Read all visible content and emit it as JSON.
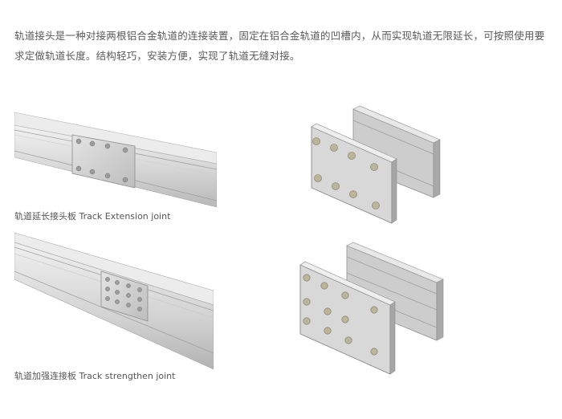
{
  "intro": {
    "line1": "轨道接头是一种对接两根铝合金轨道的连接装置，固定在铝合金轨道的凹槽内，从而实现轨道无限延长，可按照使用要",
    "line2": "求定做轨道长度。结构轻巧，安装方便，实现了轨道无缝对接。"
  },
  "figures": {
    "extension_caption": "轨道延长接头板 Track Extension joint",
    "strengthen_caption": "轨道加强连接板 Track strengthen joint"
  },
  "colors": {
    "rail_light": "#e6e6e6",
    "rail_mid": "#c9c9c9",
    "rail_dark": "#9a9a9a",
    "plate": "#d4d4d4",
    "bolt": "#bdb49c",
    "text": "#555555"
  }
}
